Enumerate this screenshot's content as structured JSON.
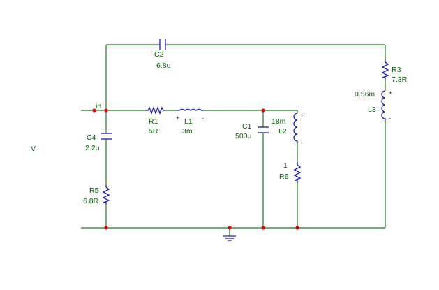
{
  "schematic": {
    "source_label": "V",
    "net_label": "in",
    "components": {
      "C2": {
        "ref": "C2",
        "value": "6.8u"
      },
      "R3": {
        "ref": "R3",
        "value": "7.3R"
      },
      "L3": {
        "ref": "L3",
        "value": "0.56m",
        "pin_plus": "+",
        "pin_minus": "-"
      },
      "R1": {
        "ref": "R1",
        "value": "5R"
      },
      "L1": {
        "ref": "L1",
        "value": "3m",
        "pin_plus": "+",
        "pin_minus": "-"
      },
      "C1": {
        "ref": "C1",
        "value": "500u"
      },
      "L2": {
        "ref": "L2",
        "value": "18m",
        "pin_plus": "+",
        "pin_minus": "-"
      },
      "R6": {
        "ref": "R6",
        "value": "1"
      },
      "C4": {
        "ref": "C4",
        "value": "2.2u"
      },
      "R5": {
        "ref": "R5",
        "value": "6.8R"
      }
    }
  }
}
